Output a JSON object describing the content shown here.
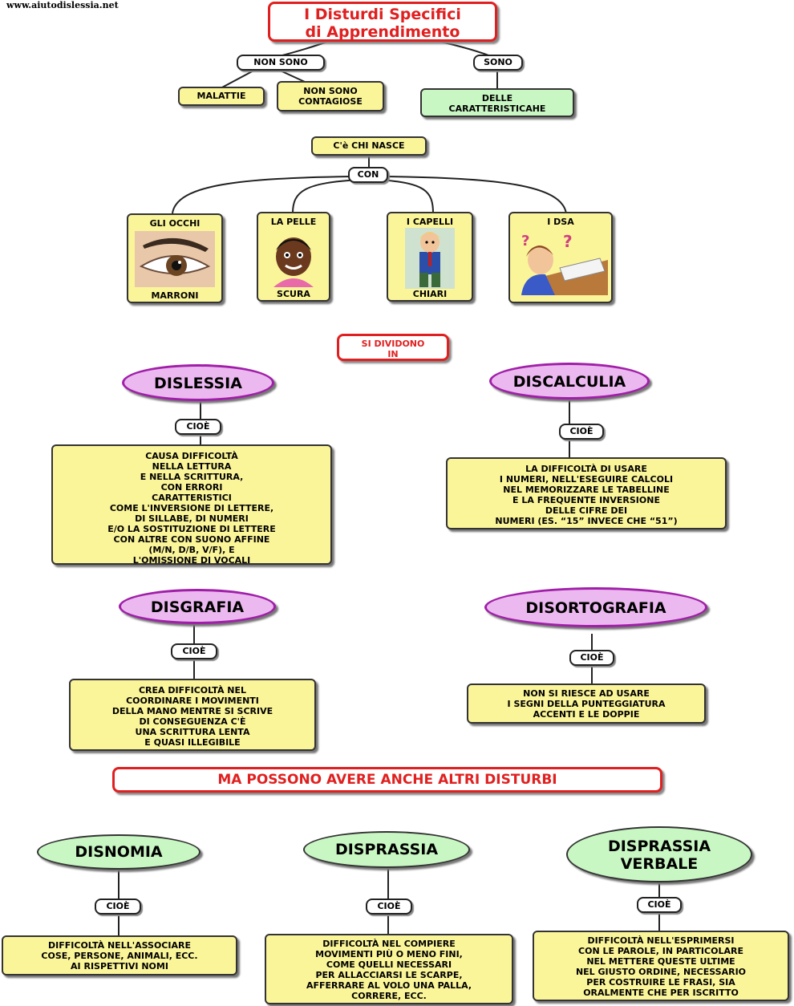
{
  "header": {
    "url": "www.aiutodislessia.net"
  },
  "title": {
    "line1": "I Disturdi Specifici",
    "line2": "di Apprendimento"
  },
  "top": {
    "non_sono": "NON SONO",
    "sono": "SONO",
    "malattie": "MALATTIE",
    "non_contagiose_1": "NON   SONO",
    "non_contagiose_2": "CONTAGIOSE",
    "caratteristiche_1": "DELLE",
    "caratteristiche_2": "CARATTERISTICAHE"
  },
  "nasce": {
    "label": "C'è CHI NASCE",
    "con": "CON"
  },
  "cards": [
    {
      "top": "GLI OCCHI",
      "bottom": "MARRONI",
      "icon": "eye-icon"
    },
    {
      "top": "LA PELLE",
      "bottom": "SCURA",
      "icon": "dark-skin-boy-icon"
    },
    {
      "top": "I CAPELLI",
      "bottom": "CHIARI",
      "icon": "blond-boy-icon"
    },
    {
      "top": "I DSA",
      "bottom": "",
      "icon": "confused-student-icon"
    }
  ],
  "si_dividono": {
    "line1": "SI DIVIDONO",
    "line2": "IN"
  },
  "cioe": "CIOÈ",
  "disorders": {
    "dislessia": {
      "name": "DISLESSIA",
      "lines": [
        "CAUSA  DIFFICOLTÀ",
        "NELLA  LETTURA",
        "E  NELLA SCRITTURA,",
        "CON  ERRORI",
        "CARATTERISTICI",
        "COME L'INVERSIONE DI LETTERE,",
        "DI SILLABE, DI NUMERI",
        "E/O  LA  SOSTITUZIONE  DI  LETTERE",
        "CON  ALTRE  CON  SUONO  AFFINE",
        "(M/N,  D/B,  V/F),  E",
        "L'OMISSIONE DI VOCALI"
      ]
    },
    "discalculia": {
      "name": "DISCALCULIA",
      "lines": [
        "LA  DIFFICOLTÀ  DI USARE",
        "I  NUMERI,  NELL'ESEGUIRE CALCOLI",
        "NEL MEMORIZZARE LE TABELLINE",
        "E LA FREQUENTE INVERSIONE",
        "DELLE CIFRE DEI",
        "NUMERI (ES. “15” INVECE CHE “51”)"
      ]
    },
    "disgrafia": {
      "name": "DISGRAFIA",
      "lines": [
        "CREA DIFFICOLTÀ NEL",
        "COORDINARE I MOVIMENTI",
        "DELLA MANO MENTRE SI SCRIVE",
        "DI CONSEGUENZA C'È",
        "UNA SCRITTURA LENTA",
        "E QUASI ILLEGIBILE"
      ]
    },
    "disortografia": {
      "name": "DISORTOGRAFIA",
      "lines": [
        "NON SI RIESCE AD USARE",
        "I SEGNI DELLA PUNTEGGIATURA",
        "ACCENTI  E  LE  DOPPIE"
      ]
    }
  },
  "altri": {
    "label": "MA POSSONO AVERE ANCHE ALTRI DISTURBI"
  },
  "others": {
    "disnomia": {
      "name": "DISNOMIA",
      "lines": [
        "DIFFICOLTÀ NELL'ASSOCIARE",
        "COSE, PERSONE, ANIMALI, ECC.",
        "AI RISPETTIVI NOMI"
      ]
    },
    "disprassia": {
      "name": "DISPRASSIA",
      "lines": [
        "DIFFICOLTÀ  NEL  COMPIERE",
        "MOVIMENTI  PIÙ  O  MENO  FINI,",
        "COME  QUELLI NECESSARI",
        "PER ALLACCIARSI LE SCARPE,",
        "AFFERRARE AL VOLO UNA PALLA,",
        "CORRERE, ECC."
      ]
    },
    "disprassia_verbale": {
      "name_1": "DISPRASSIA",
      "name_2": "VERBALE",
      "lines": [
        "DIFFICOLTÀ NELL'ESPRIMERSI",
        "CON LE PAROLE, IN PARTICOLARE",
        "NEL METTERE QUESTE ULTIME",
        "NEL GIUSTO ORDINE, NECESSARIO",
        "PER COSTRUIRE LE FRASI, SIA",
        "ORALMENTE CHE PER ISCRITTO"
      ]
    }
  },
  "colors": {
    "accent_red": "#e02020",
    "yellow_box": "#fbf59a",
    "green_box": "#c9f7c4",
    "purple_ellipse": "#ecb8f0",
    "purple_border": "#a01fa8"
  }
}
